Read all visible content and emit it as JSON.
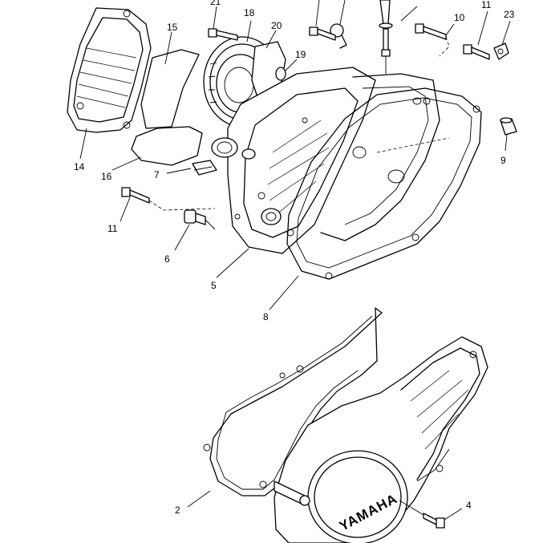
{
  "callouts": {
    "c2": "2",
    "c4": "4",
    "c5": "5",
    "c6": "6",
    "c7": "7",
    "c8": "8",
    "c9": "9",
    "c10": "10",
    "c11a": "11",
    "c11b": "11",
    "c14": "14",
    "c15": "15",
    "c16": "16",
    "c18": "18",
    "c19": "19",
    "c20": "20",
    "c21": "21",
    "c23": "23"
  },
  "cover_logo": "YAMAHA"
}
